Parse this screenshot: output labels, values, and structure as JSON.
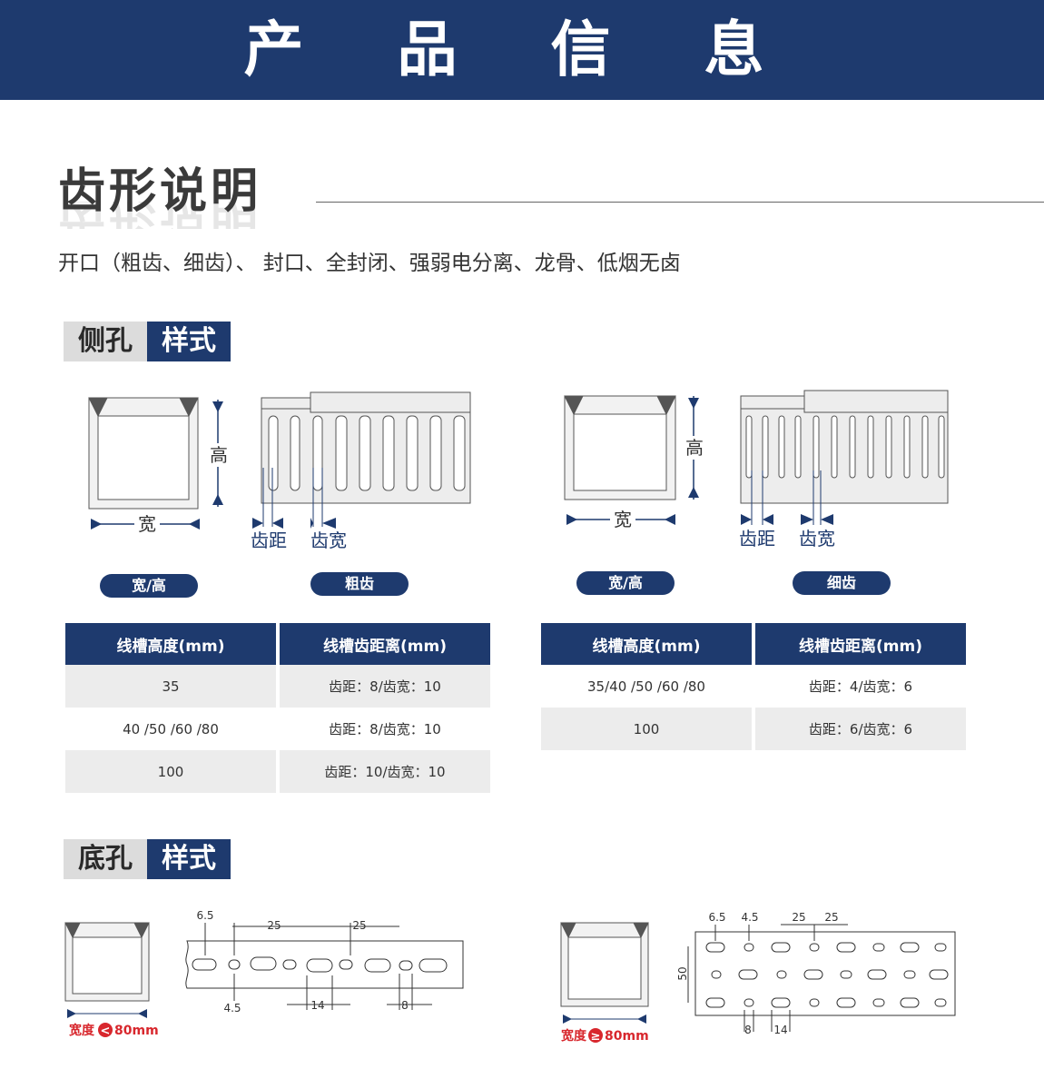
{
  "banner": {
    "title": "产 品 信 息"
  },
  "section": {
    "title": "齿形说明"
  },
  "intro": {
    "text": "开口（粗齿、细齿）、 封口、全封闭、强弱电分离、龙骨、低烟无卤"
  },
  "side_hole": {
    "tag_a": "侧孔",
    "tag_b": "样式",
    "left": {
      "height_label": "高",
      "width_label": "宽",
      "pitch_label": "齿距",
      "tooth_width_label": "齿宽",
      "pill_size": "宽/高",
      "pill_type": "粗齿",
      "headers": [
        "线槽高度(mm)",
        "线槽齿距离(mm)"
      ],
      "rows": [
        {
          "height": "35",
          "spacing": "齿距：8/齿宽：10"
        },
        {
          "height": "40 /50 /60 /80",
          "spacing": "齿距：8/齿宽：10"
        },
        {
          "height": "100",
          "spacing": "齿距：10/齿宽：10"
        }
      ]
    },
    "right": {
      "height_label": "高",
      "width_label": "宽",
      "pitch_label": "齿距",
      "tooth_width_label": "齿宽",
      "pill_size": "宽/高",
      "pill_type": "细齿",
      "headers": [
        "线槽高度(mm)",
        "线槽齿距离(mm)"
      ],
      "rows": [
        {
          "height": "35/40 /50 /60 /80",
          "spacing": "齿距：4/齿宽：6"
        },
        {
          "height": "100",
          "spacing": "齿距：6/齿宽：6"
        }
      ]
    }
  },
  "bottom_hole": {
    "tag_a": "底孔",
    "tag_b": "样式",
    "left": {
      "dims": [
        "6.5",
        "25",
        "25",
        "4.5",
        "14",
        "8"
      ],
      "width_note_prefix": "宽度",
      "width_note_symbol": "<",
      "width_note_value": "80mm"
    },
    "right": {
      "dims": [
        "6.5",
        "4.5",
        "25",
        "25",
        "50",
        "8",
        "14"
      ],
      "width_note_prefix": "宽度",
      "width_note_symbol": "≥",
      "width_note_value": "80mm"
    }
  },
  "colors": {
    "navy": "#1e3a6e",
    "red": "#d8272d",
    "gray": "#ececec"
  }
}
